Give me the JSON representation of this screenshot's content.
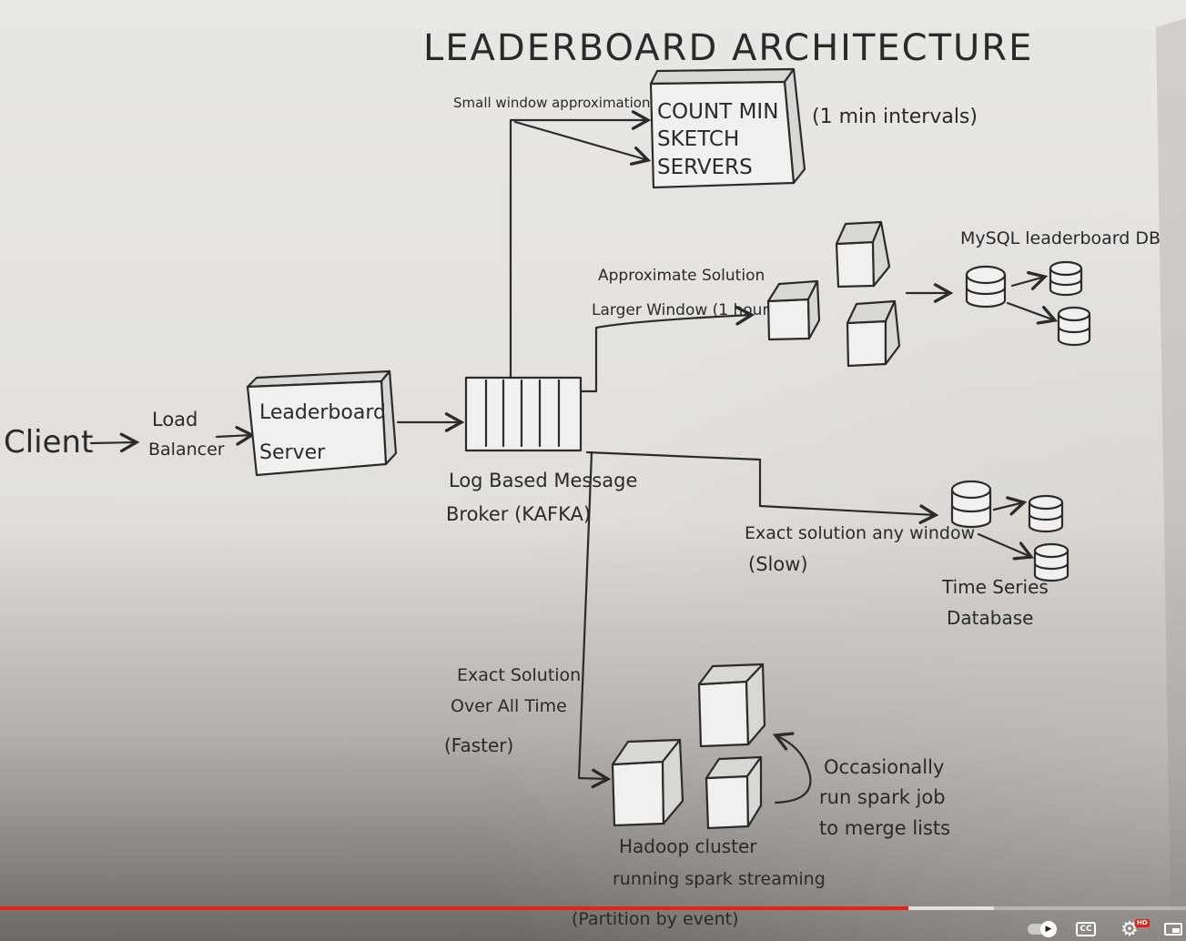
{
  "diagram": {
    "title": "LEADERBOARD ARCHITECTURE",
    "client": "Client",
    "load_balancer": [
      "Load",
      "Balancer"
    ],
    "leaderboard_server": [
      "Leaderboard",
      "Server"
    ],
    "broker": [
      "Log Based Message",
      "Broker (KAFKA)"
    ],
    "small_window_label": "Small window approximation",
    "count_min": [
      "COUNT MIN",
      "SKETCH",
      "SERVERS"
    ],
    "one_min_note": "(1 min intervals)",
    "approx_label": [
      "Approximate Solution",
      "Larger Window (1 hour)"
    ],
    "mysql_label": "MySQL leaderboard DB",
    "exact_any_label": [
      "Exact solution any window",
      "(Slow)"
    ],
    "timeseries_label": [
      "Time Series",
      "Database"
    ],
    "exact_all_label": [
      "Exact Solution",
      "Over All Time",
      "(Faster)"
    ],
    "spark_job_label": [
      "Occasionally",
      "run spark job",
      "to merge lists"
    ],
    "hadoop_label": [
      "Hadoop cluster",
      "running spark streaming"
    ],
    "partition_label": "(Partition by event)"
  },
  "player": {
    "progress_played_fraction": 0.766,
    "progress_buffered_fraction": 0.838,
    "played_color": "#e62117",
    "autoplay_icon": "play-icon",
    "cc_label": "CC",
    "hd_badge": "HD"
  },
  "colors": {
    "paper_light": "#e6e3df",
    "paper_shadow": "#6f6b66",
    "ink": "#2b2b2b"
  }
}
